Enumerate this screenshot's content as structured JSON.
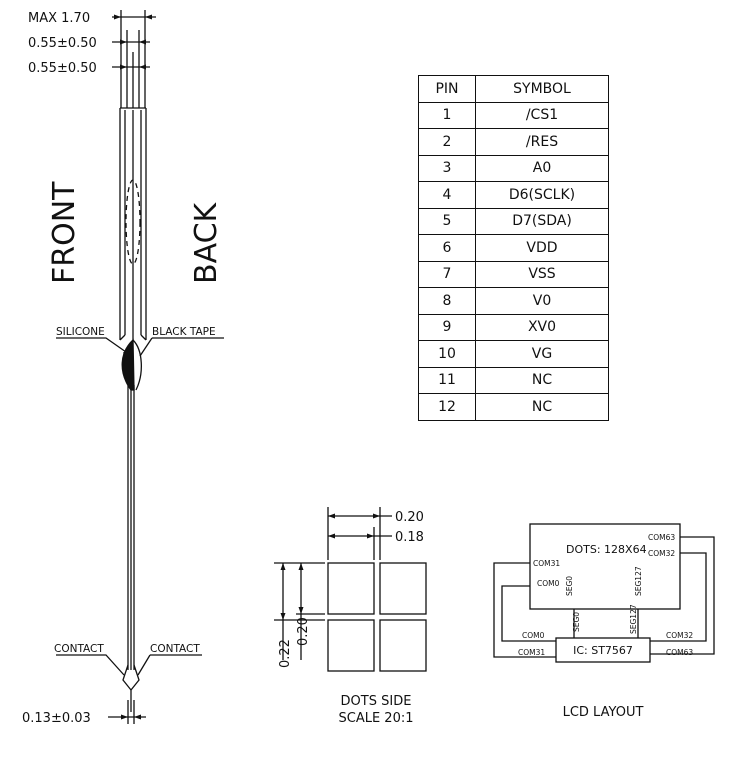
{
  "side_view": {
    "dimensions": [
      "MAX  1.70",
      "0.55±0.50",
      "0.55±0.50"
    ],
    "front_label": "FRONT",
    "back_label": "BACK",
    "silicone_label": "SILICONE",
    "black_tape_label": "BLACK TAPE",
    "contact_left": "CONTACT",
    "contact_right": "CONTACT",
    "bottom_dim": "0.13±0.03"
  },
  "pin_table": {
    "headers": [
      "PIN",
      "SYMBOL"
    ],
    "rows": [
      [
        "1",
        "/CS1"
      ],
      [
        "2",
        "/RES"
      ],
      [
        "3",
        "A0"
      ],
      [
        "4",
        "D6(SCLK)"
      ],
      [
        "5",
        "D7(SDA)"
      ],
      [
        "6",
        "VDD"
      ],
      [
        "7",
        "VSS"
      ],
      [
        "8",
        "V0"
      ],
      [
        "9",
        "XV0"
      ],
      [
        "10",
        "VG"
      ],
      [
        "11",
        "NC"
      ],
      [
        "12",
        "NC"
      ]
    ]
  },
  "dots": {
    "dim_width_outer": "0.20",
    "dim_width_inner": "0.18",
    "dim_height_outer": "0.22",
    "dim_height_inner": "0.20",
    "caption_line1": "DOTS SIDE",
    "caption_line2": "SCALE 20:1"
  },
  "lcd_layout": {
    "dots_label": "DOTS: 128X64",
    "com63": "COM63",
    "com32_top": "COM32",
    "com31_top": "COM31",
    "com0_top": "COM0",
    "seg0_top": "SEG0",
    "seg127_top": "SEG127",
    "seg0_bottom": "SEG0",
    "seg127_bottom": "SEG127",
    "com0_bottom": "COM0",
    "com31_bottom": "COM31",
    "com32_bottom": "COM32",
    "com63_bottom": "COM63",
    "ic_label": "IC: ST7567",
    "caption": "LCD  LAYOUT"
  }
}
